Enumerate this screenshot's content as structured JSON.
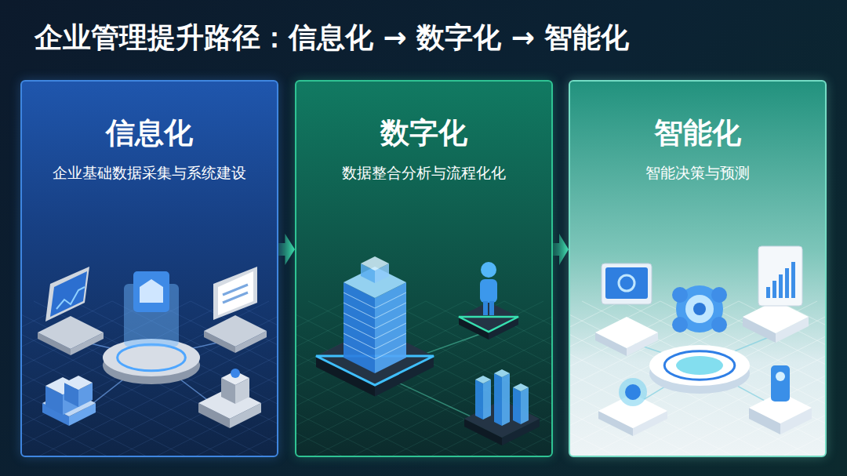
{
  "diagram": {
    "title": "企业管理提升路径：信息化 → 数字化 → 智能化",
    "nodes": [
      {
        "text": [
          "信息化",
          "企业基础数据采集与系统建设"
        ]
      },
      {
        "text": [
          "数字化",
          "数据整合分析与流程化化"
        ]
      },
      {
        "text": [
          "智能化",
          "智能决策与预测"
        ]
      }
    ],
    "edges": [
      {
        "from": 0,
        "to": 1,
        "arrow": "to"
      },
      {
        "from": 1,
        "to": 2,
        "arrow": "to"
      }
    ]
  }
}
